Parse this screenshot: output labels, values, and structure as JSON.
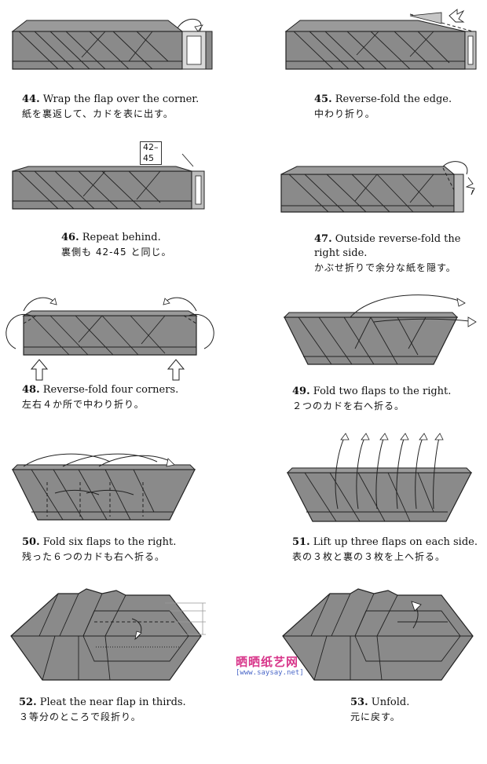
{
  "steps": [
    {
      "num": "44.",
      "en": "Wrap the flap over the corner.",
      "en2": "",
      "jp": "紙を裏返して、カドを表に出す。"
    },
    {
      "num": "45.",
      "en": "Reverse-fold the edge.",
      "en2": "",
      "jp": "中わり折り。"
    },
    {
      "num": "46.",
      "en": "Repeat behind.",
      "en2": "",
      "jp": "裏側も 42-45 と同じ。"
    },
    {
      "num": "47.",
      "en": "Outside reverse-fold the",
      "en2": "right side.",
      "jp": "かぶせ折りで余分な紙を隠す。"
    },
    {
      "num": "48.",
      "en": "Reverse-fold four corners.",
      "en2": "",
      "jp": "左右４か所で中わり折り。"
    },
    {
      "num": "49.",
      "en": "Fold two flaps to the right.",
      "en2": "",
      "jp": "２つのカドを右へ折る。"
    },
    {
      "num": "50.",
      "en": "Fold six flaps to the right.",
      "en2": "",
      "jp": "残った６つのカドも右へ折る。"
    },
    {
      "num": "51.",
      "en": "Lift up three flaps on each side.",
      "en2": "",
      "jp": "表の３枚と裏の３枚を上へ折る。"
    },
    {
      "num": "52.",
      "en": "Pleat the near flap in thirds.",
      "en2": "",
      "jp": "３等分のところで段折り。"
    },
    {
      "num": "53.",
      "en": "Unfold.",
      "en2": "",
      "jp": "元に戻す。"
    }
  ],
  "reference_label": "42–45",
  "watermark": {
    "title": "晒晒纸艺网",
    "url": "[www.saysay.net]"
  },
  "colors": {
    "paper": "#8a8a8a",
    "paper_dark": "#6f6f6f",
    "paper_light": "#cfcfcf",
    "line": "#222222",
    "accent": "#d8368a"
  }
}
